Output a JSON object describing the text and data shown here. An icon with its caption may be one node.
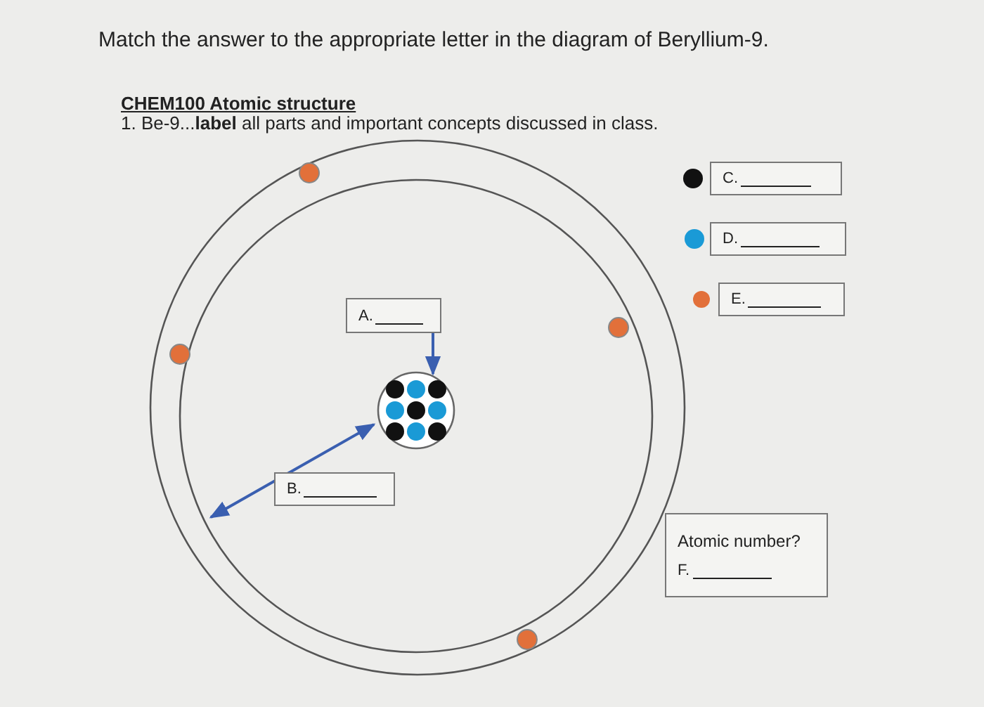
{
  "diagram": {
    "title": "Match the answer to the appropriate letter in the diagram of Beryllium-9.",
    "nodes": [
      {
        "text": [
          "A."
        ]
      },
      {
        "text": [],
        "shape": "circle"
      },
      {
        "text": [
          "B."
        ]
      },
      {
        "text": [
          "Atomic number?",
          "F."
        ]
      },
      {
        "text": [
          "C."
        ]
      },
      {
        "text": [
          "D."
        ]
      },
      {
        "text": [
          "E."
        ]
      }
    ],
    "edges": [
      {
        "from": 0,
        "to": 1,
        "arrow": "to"
      }
    ],
    "labels": [
      "CHEM100 Atomic structure",
      "1. Be-9...**label** all parts and important concepts discussed in class."
    ]
  }
}
